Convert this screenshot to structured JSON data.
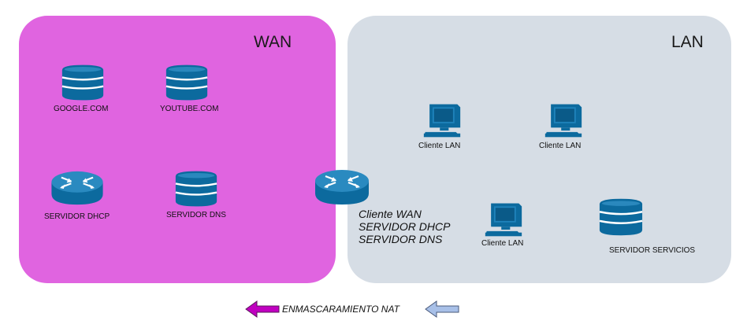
{
  "wan": {
    "title": "WAN",
    "color": "#e064e0"
  },
  "lan": {
    "title": "LAN",
    "color": "#d6dde5"
  },
  "nodes": {
    "google": {
      "label": "GOOGLE.COM",
      "icon": "database-icon"
    },
    "youtube": {
      "label": "YOUTUBE.COM",
      "icon": "database-icon"
    },
    "dhcp": {
      "label": "SERVIDOR DHCP",
      "icon": "router-icon"
    },
    "dns": {
      "label": "SERVIDOR DNS",
      "icon": "database-icon"
    },
    "client1": {
      "label": "Cliente LAN",
      "icon": "computer-icon"
    },
    "client2": {
      "label": "Cliente LAN",
      "icon": "computer-icon"
    },
    "client3": {
      "label": "Cliente LAN",
      "icon": "computer-icon"
    },
    "services": {
      "label": "SERVIDOR SERVICIOS",
      "icon": "database-icon"
    }
  },
  "gateway": {
    "icon": "router-icon",
    "lines": [
      "Cliente WAN",
      "SERVIDOR DHCP",
      "SERVIDOR DNS"
    ]
  },
  "legend": {
    "label": "ENMASCARAMIENTO NAT",
    "left_arrow_color": "#c000c0",
    "right_arrow_color": "#a8c0e8"
  },
  "icon_color": "#0c6a9e"
}
